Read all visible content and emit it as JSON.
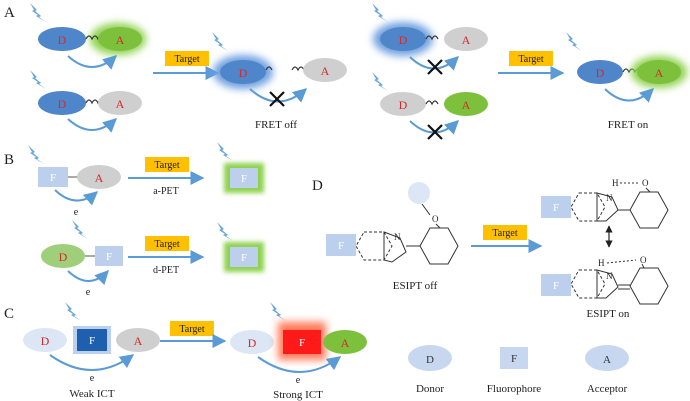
{
  "sections": {
    "A": "A",
    "B": "B",
    "C": "C",
    "D": "D"
  },
  "letters": {
    "donor": "D",
    "acceptor": "A",
    "fluor": "F",
    "electron": "e",
    "hydrogen": "H",
    "nitrogen": "N",
    "oxygen": "O"
  },
  "target_label": "Target",
  "labels": {
    "fret_off": "FRET off",
    "fret_on": "FRET on",
    "a_pet": "a-PET",
    "d_pet": "d-PET",
    "weak_ict": "Weak ICT",
    "strong_ict": "Strong ICT",
    "esipt_off": "ESIPT off",
    "esipt_on": "ESIPT on"
  },
  "legend": [
    {
      "symbol": "D",
      "label": "Donor"
    },
    {
      "symbol": "F",
      "label": "Fluorophore"
    },
    {
      "symbol": "A",
      "label": "Acceptor"
    }
  ],
  "colors": {
    "donor_blue": "#4f86c9",
    "acceptor_grey": "#cfcfcf",
    "acceptor_green": "#7cc03c",
    "glow_green": "#8fd14f",
    "glow_blue": "#6fa0e0",
    "fluor_light": "#bcd0ee",
    "fluor_dark": "#1f5fb0",
    "fluor_red": "#ff1a1a",
    "target_box": "#ffc000",
    "arrow_blue": "#5b9bd5",
    "label_red": "#d42a2a"
  },
  "icons": [
    "lightning-icon",
    "cross-icon",
    "linker-coil-icon"
  ]
}
